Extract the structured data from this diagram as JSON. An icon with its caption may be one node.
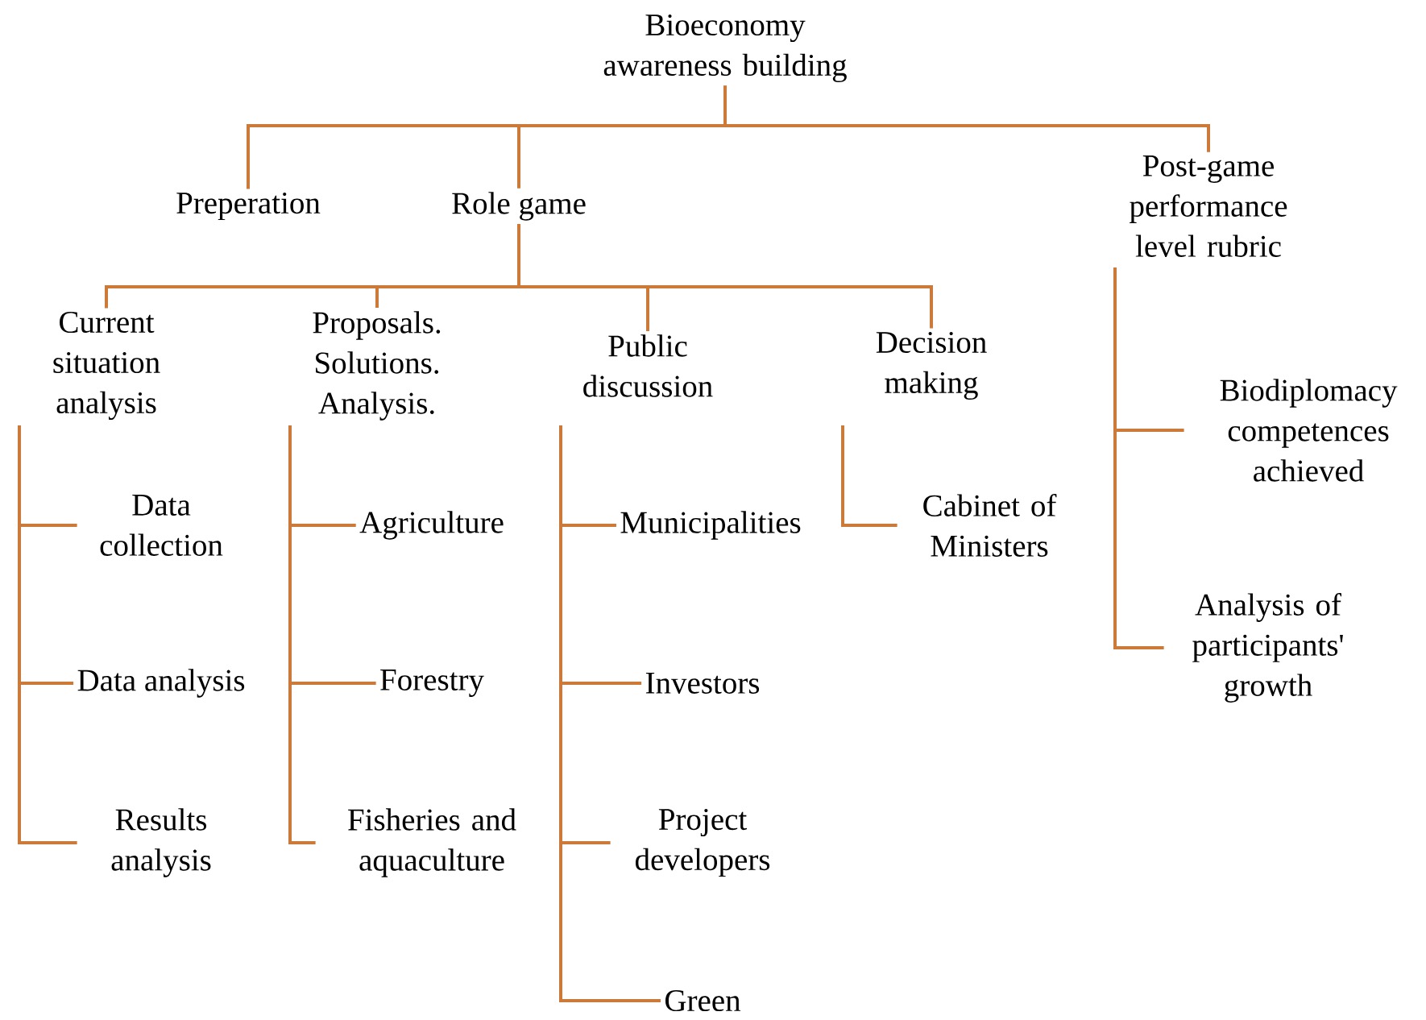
{
  "diagram": {
    "nodes": [
      {
        "text": [
          "Bioeconomy awareness building"
        ]
      },
      {
        "text": [
          "Preperation"
        ]
      },
      {
        "text": [
          "Role game"
        ]
      },
      {
        "text": [
          "Post-game performance level rubric"
        ]
      },
      {
        "text": [
          "Current situation analysis"
        ]
      },
      {
        "text": [
          "Proposals. Solutions. Analysis."
        ]
      },
      {
        "text": [
          "Public discussion"
        ]
      },
      {
        "text": [
          "Decision making"
        ]
      },
      {
        "text": [
          "Data collection"
        ]
      },
      {
        "text": [
          "Data analysis"
        ]
      },
      {
        "text": [
          "Results analysis"
        ]
      },
      {
        "text": [
          "Agriculture"
        ]
      },
      {
        "text": [
          "Forestry"
        ]
      },
      {
        "text": [
          "Fisheries and aquaculture"
        ]
      },
      {
        "text": [
          "Municipalities"
        ]
      },
      {
        "text": [
          "Investors"
        ]
      },
      {
        "text": [
          "Project developers"
        ]
      },
      {
        "text": [
          "Green"
        ]
      },
      {
        "text": [
          "Cabinet of Ministers"
        ]
      },
      {
        "text": [
          "Biodiplomacy competences achieved"
        ]
      },
      {
        "text": [
          "Analysis of participants' growth"
        ]
      }
    ],
    "edges": [
      {
        "from": 0,
        "to": 1,
        "arrow": "none"
      },
      {
        "from": 0,
        "to": 2,
        "arrow": "none"
      },
      {
        "from": 0,
        "to": 3,
        "arrow": "none"
      },
      {
        "from": 2,
        "to": 4,
        "arrow": "none"
      },
      {
        "from": 2,
        "to": 5,
        "arrow": "none"
      },
      {
        "from": 2,
        "to": 6,
        "arrow": "none"
      },
      {
        "from": 2,
        "to": 7,
        "arrow": "none"
      },
      {
        "from": 4,
        "to": 8,
        "arrow": "none"
      },
      {
        "from": 4,
        "to": 9,
        "arrow": "none"
      },
      {
        "from": 4,
        "to": 10,
        "arrow": "none"
      },
      {
        "from": 5,
        "to": 11,
        "arrow": "none"
      },
      {
        "from": 5,
        "to": 12,
        "arrow": "none"
      },
      {
        "from": 5,
        "to": 13,
        "arrow": "none"
      },
      {
        "from": 6,
        "to": 14,
        "arrow": "none"
      },
      {
        "from": 6,
        "to": 15,
        "arrow": "none"
      },
      {
        "from": 6,
        "to": 16,
        "arrow": "none"
      },
      {
        "from": 6,
        "to": 17,
        "arrow": "none"
      },
      {
        "from": 7,
        "to": 18,
        "arrow": "none"
      },
      {
        "from": 3,
        "to": 19,
        "arrow": "none"
      },
      {
        "from": 3,
        "to": 20,
        "arrow": "none"
      }
    ]
  }
}
